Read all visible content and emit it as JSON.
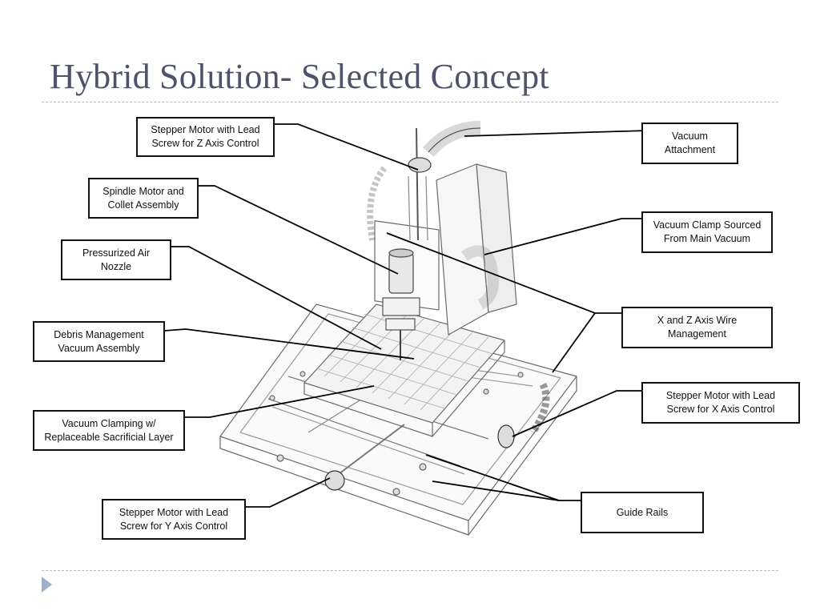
{
  "slide": {
    "title": "Hybrid Solution- Selected Concept"
  },
  "callouts": {
    "stepper_z": "Stepper Motor with Lead\nScrew for Z Axis Control",
    "spindle": "Spindle Motor and\nCollet Assembly",
    "air_nozzle": "Pressurized Air\nNozzle",
    "debris": "Debris Management\nVacuum Assembly",
    "vac_clamping": "Vacuum Clamping w/\nReplaceable Sacrificial Layer",
    "stepper_y": "Stepper Motor with Lead\nScrew for Y Axis Control",
    "vac_attach": "Vacuum\nAttachment",
    "vac_clamp_sourced": "Vacuum Clamp Sourced\nFrom Main Vacuum",
    "xz_wire": "X and Z Axis Wire\nManagement",
    "stepper_x": "Stepper Motor with Lead\nScrew for X Axis Control",
    "guide_rails": "Guide Rails"
  },
  "theme": {
    "title_color": "#4f536a",
    "rule_color": "#aebdcc",
    "bullet_color": "#9eb1c7",
    "sketch_color": "#555555"
  }
}
